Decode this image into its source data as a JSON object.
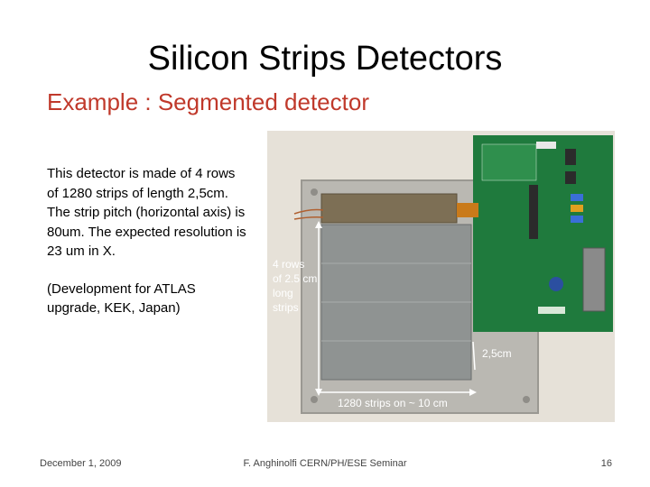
{
  "slide": {
    "title": "Silicon Strips Detectors",
    "subtitle": "Example : Segmented detector",
    "paragraph1": "This detector is made of 4 rows of 1280 strips of length 2,5cm. The strip pitch (horizontal axis) is 80um. The expected resolution is 23 um in X.",
    "paragraph2": "(Development for ATLAS upgrade, KEK, Japan)"
  },
  "photo": {
    "annotation_rows_line1": "4 rows",
    "annotation_rows_line2": "of 2.5 cm",
    "annotation_rows_line3": "long",
    "annotation_rows_line4": "strips",
    "annotation_length": "2,5cm",
    "annotation_strips": "1280 strips on ~ 10 cm"
  },
  "footer": {
    "date": "December 1, 2009",
    "presenter": "F. Anghinolfi CERN/PH/ESE Seminar",
    "page": "16"
  },
  "colors": {
    "subtitle": "#c0392b",
    "pcb": "#1f7a3d",
    "frame": "#b9b7b2",
    "sensor": "#8f9392"
  }
}
